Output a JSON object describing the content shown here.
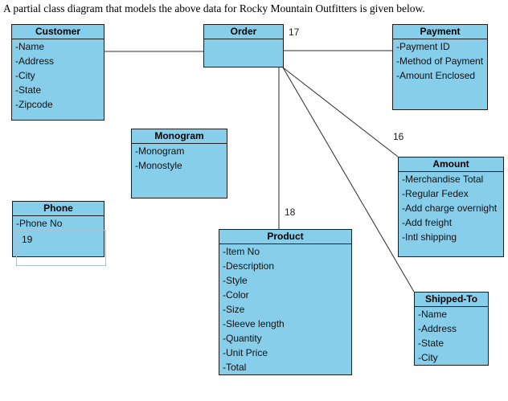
{
  "page": {
    "title": "A partial class diagram that models the above data for Rocky Mountain Outfitters is given below."
  },
  "colors": {
    "box_fill": "#87CEEB",
    "box_border": "#1c1c1c",
    "connector": "#2b2b2b",
    "note_border": "#a9c3d2"
  },
  "classes": {
    "customer": {
      "name": "Customer",
      "attrs": [
        "-Name",
        "-Address",
        "-City",
        "-State",
        "-Zipcode"
      ]
    },
    "order": {
      "name": "Order",
      "attrs": []
    },
    "payment": {
      "name": "Payment",
      "attrs": [
        "-Payment ID",
        "-Method of Payment",
        "-Amount Enclosed"
      ]
    },
    "monogram": {
      "name": "Monogram",
      "attrs": [
        "-Monogram",
        "-Monostyle"
      ]
    },
    "phone": {
      "name": "Phone",
      "attrs": [
        "-Phone No"
      ]
    },
    "product": {
      "name": "Product",
      "attrs": [
        "-Item No",
        "-Description",
        "-Style",
        "-Color",
        "-Size",
        "-Sleeve length",
        "-Quantity",
        "-Unit Price",
        "-Total"
      ]
    },
    "amount": {
      "name": "Amount",
      "attrs": [
        "-Merchandise Total",
        "-Regular Fedex",
        "-Add charge overnight",
        "-Add freight",
        "-Intl shipping"
      ]
    },
    "shipped_to": {
      "name": "Shipped-To",
      "attrs": [
        "-Name",
        "-Address",
        "-State",
        "-City"
      ]
    }
  },
  "labels": {
    "order_payment_line": "17",
    "order_amount_line": "16",
    "order_product_line": "18",
    "phone_note": "19"
  }
}
